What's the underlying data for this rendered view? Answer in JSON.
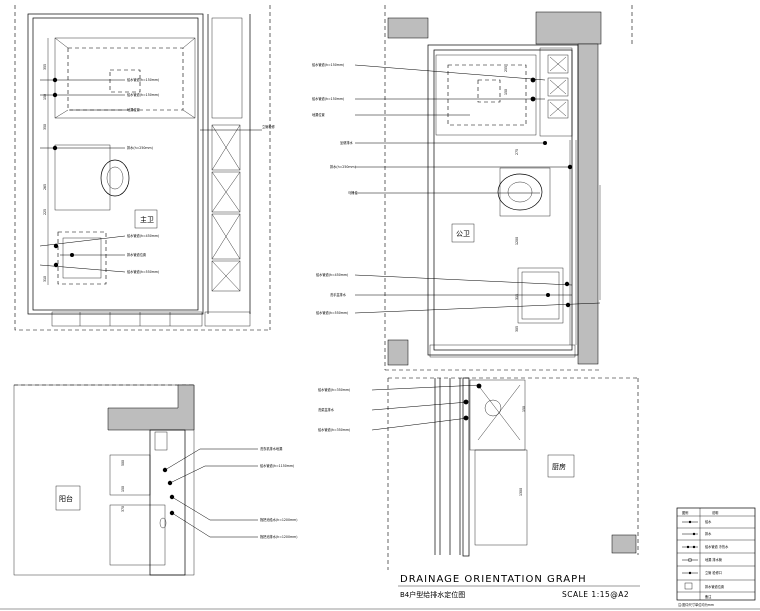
{
  "drawing": {
    "title": "DRAINAGE ORIENTATION GRAPH",
    "subtitle": "B4户型给排水定位图",
    "scale": "SCALE 1:15@A2"
  },
  "rooms": {
    "main_bath_left": "主卫",
    "main_bath_right": "公卫",
    "balcony": "阳台",
    "kitchen": "厨房"
  },
  "dimensions": {
    "left_plan": [
      "355",
      "150",
      "350",
      "265",
      "225",
      "310"
    ],
    "right_plan": [
      "255",
      "150",
      "275",
      "1200",
      "315",
      "305"
    ],
    "balcony": [
      "500",
      "150",
      "370"
    ],
    "kitchen": [
      "1300",
      "150"
    ]
  },
  "annotations": {
    "left_plan": [
      "给水管道(h=150mm)",
      "给水管道(h=150mm)",
      "地漏位置",
      "立管检修",
      "排水(h=250mm)",
      "给水管道(h=450mm)",
      "排水管道位置",
      "给水管道(h=550mm)"
    ],
    "right_plan": [
      "给水管道(h=150mm)",
      "给水管道(h=150mm)",
      "地漏位置",
      "坐便排水",
      "排水(h=250mm)",
      "马桶位",
      "给水管道(h=450mm)",
      "洗手盆排水",
      "给水管道(h=550mm)"
    ],
    "kitchen": [
      "给水管道(h=350mm)",
      "洗菜盆排水",
      "给水管道(h=350mm)"
    ],
    "balcony": [
      "洗衣机排水地漏",
      "给水管道(h=1150mm)",
      "拖把池给水(h=1200mm)",
      "拖把池排水(h=1200mm)"
    ]
  },
  "legend": {
    "header": [
      "图例",
      "说明"
    ],
    "rows": [
      "给水",
      "排水",
      "给水管道 冷热水",
      "地漏 排水管",
      "立管 检修口",
      "排水管道位置",
      "备注"
    ]
  },
  "footer_note": "注:图中尺寸单位均为mm"
}
